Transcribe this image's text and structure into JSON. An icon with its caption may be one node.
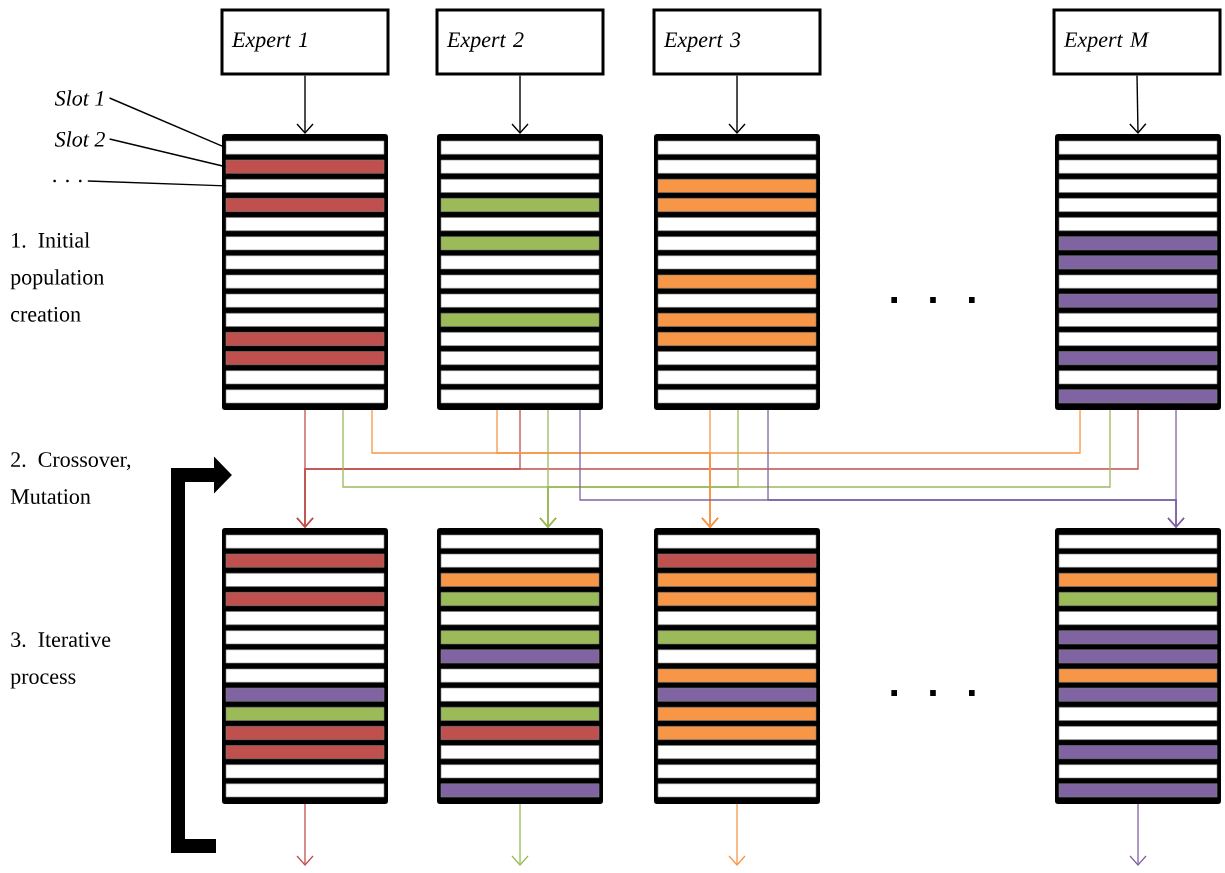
{
  "diagram": {
    "nodes": [
      {
        "text": [
          "Expert 1"
        ]
      },
      {
        "text": [
          "Expert 2"
        ]
      },
      {
        "text": [
          "Expert 3"
        ]
      },
      {
        "text": [
          "Expert M"
        ]
      },
      {
        "text": [
          "Slot 1"
        ]
      },
      {
        "text": [
          "Slot 2"
        ]
      },
      {
        "text": [
          ". . ."
        ]
      },
      {
        "text": [],
        "shape": "box"
      },
      {
        "text": [],
        "shape": "bar",
        "in": 7
      },
      {
        "text": [],
        "shape": "bar",
        "in": 7
      },
      {
        "text": [],
        "shape": "bar",
        "in": 7
      },
      {
        "text": [],
        "shape": "bar",
        "in": 7
      },
      {
        "text": [],
        "shape": "bar",
        "in": 7
      },
      {
        "text": [],
        "shape": "bar",
        "in": 7
      },
      {
        "text": [],
        "shape": "bar",
        "in": 7
      },
      {
        "text": [],
        "shape": "bar",
        "in": 7
      },
      {
        "text": [],
        "shape": "bar",
        "in": 7
      },
      {
        "text": [],
        "shape": "bar",
        "in": 7
      },
      {
        "text": [],
        "shape": "bar",
        "in": 7
      },
      {
        "text": [],
        "shape": "bar",
        "in": 7
      },
      {
        "text": [],
        "shape": "bar",
        "in": 7
      },
      {
        "text": [],
        "shape": "bar",
        "in": 7
      },
      {
        "text": [],
        "shape": "box"
      },
      {
        "text": [],
        "shape": "bar",
        "in": 22
      },
      {
        "text": [],
        "shape": "bar",
        "in": 22
      },
      {
        "text": [],
        "shape": "bar",
        "in": 22
      },
      {
        "text": [],
        "shape": "bar",
        "in": 22
      },
      {
        "text": [],
        "shape": "bar",
        "in": 22
      },
      {
        "text": [],
        "shape": "bar",
        "in": 22
      },
      {
        "text": [],
        "shape": "bar",
        "in": 22
      },
      {
        "text": [],
        "shape": "bar",
        "in": 22
      },
      {
        "text": [],
        "shape": "bar",
        "in": 22
      },
      {
        "text": [],
        "shape": "bar",
        "in": 22
      },
      {
        "text": [],
        "shape": "bar",
        "in": 22
      },
      {
        "text": [],
        "shape": "bar",
        "in": 22
      },
      {
        "text": [],
        "shape": "bar",
        "in": 22
      },
      {
        "text": [],
        "shape": "bar",
        "in": 22
      },
      {
        "text": [],
        "shape": "box"
      },
      {
        "text": [],
        "shape": "bar",
        "in": 37
      },
      {
        "text": [],
        "shape": "bar",
        "in": 37
      },
      {
        "text": [],
        "shape": "bar",
        "in": 37
      },
      {
        "text": [],
        "shape": "bar",
        "in": 37
      },
      {
        "text": [],
        "shape": "bar",
        "in": 37
      },
      {
        "text": [],
        "shape": "bar",
        "in": 37
      },
      {
        "text": [],
        "shape": "bar",
        "in": 37
      },
      {
        "text": [],
        "shape": "bar",
        "in": 37
      },
      {
        "text": [],
        "shape": "bar",
        "in": 37
      },
      {
        "text": [],
        "shape": "bar",
        "in": 37
      },
      {
        "text": [],
        "shape": "bar",
        "in": 37
      },
      {
        "text": [],
        "shape": "bar",
        "in": 37
      },
      {
        "text": [],
        "shape": "bar",
        "in": 37
      },
      {
        "text": [],
        "shape": "bar",
        "in": 37
      },
      {
        "text": [],
        "shape": "box"
      },
      {
        "text": [],
        "shape": "bar",
        "in": 52
      },
      {
        "text": [],
        "shape": "bar",
        "in": 52
      },
      {
        "text": [],
        "shape": "bar",
        "in": 52
      },
      {
        "text": [],
        "shape": "bar",
        "in": 52
      },
      {
        "text": [],
        "shape": "bar",
        "in": 52
      },
      {
        "text": [],
        "shape": "bar",
        "in": 52
      },
      {
        "text": [],
        "shape": "bar",
        "in": 52
      },
      {
        "text": [],
        "shape": "bar",
        "in": 52
      },
      {
        "text": [],
        "shape": "bar",
        "in": 52
      },
      {
        "text": [],
        "shape": "bar",
        "in": 52
      },
      {
        "text": [],
        "shape": "bar",
        "in": 52
      },
      {
        "text": [],
        "shape": "bar",
        "in": 52
      },
      {
        "text": [],
        "shape": "bar",
        "in": 52
      },
      {
        "text": [],
        "shape": "bar",
        "in": 52
      },
      {
        "text": [],
        "shape": "box"
      },
      {
        "text": [],
        "shape": "bar",
        "in": 67
      },
      {
        "text": [],
        "shape": "bar",
        "in": 67
      },
      {
        "text": [],
        "shape": "bar",
        "in": 67
      },
      {
        "text": [],
        "shape": "bar",
        "in": 67
      },
      {
        "text": [],
        "shape": "bar",
        "in": 67
      },
      {
        "text": [],
        "shape": "bar",
        "in": 67
      },
      {
        "text": [],
        "shape": "bar",
        "in": 67
      },
      {
        "text": [],
        "shape": "bar",
        "in": 67
      },
      {
        "text": [],
        "shape": "bar",
        "in": 67
      },
      {
        "text": [],
        "shape": "bar",
        "in": 67
      },
      {
        "text": [],
        "shape": "bar",
        "in": 67
      },
      {
        "text": [],
        "shape": "bar",
        "in": 67
      },
      {
        "text": [],
        "shape": "bar",
        "in": 67
      },
      {
        "text": [],
        "shape": "bar",
        "in": 67
      },
      {
        "text": [],
        "shape": "box"
      },
      {
        "text": [],
        "shape": "bar",
        "in": 82
      },
      {
        "text": [],
        "shape": "bar",
        "in": 82
      },
      {
        "text": [],
        "shape": "bar",
        "in": 82
      },
      {
        "text": [],
        "shape": "bar",
        "in": 82
      },
      {
        "text": [],
        "shape": "bar",
        "in": 82
      },
      {
        "text": [],
        "shape": "bar",
        "in": 82
      },
      {
        "text": [],
        "shape": "bar",
        "in": 82
      },
      {
        "text": [],
        "shape": "bar",
        "in": 82
      },
      {
        "text": [],
        "shape": "bar",
        "in": 82
      },
      {
        "text": [],
        "shape": "bar",
        "in": 82
      },
      {
        "text": [],
        "shape": "bar",
        "in": 82
      },
      {
        "text": [],
        "shape": "bar",
        "in": 82
      },
      {
        "text": [],
        "shape": "bar",
        "in": 82
      },
      {
        "text": [],
        "shape": "bar",
        "in": 82
      },
      {
        "text": [],
        "shape": "box"
      },
      {
        "text": [],
        "shape": "bar",
        "in": 97
      },
      {
        "text": [],
        "shape": "bar",
        "in": 97
      },
      {
        "text": [],
        "shape": "bar",
        "in": 97
      },
      {
        "text": [],
        "shape": "bar",
        "in": 97
      },
      {
        "text": [],
        "shape": "bar",
        "in": 97
      },
      {
        "text": [],
        "shape": "bar",
        "in": 97
      },
      {
        "text": [],
        "shape": "bar",
        "in": 97
      },
      {
        "text": [],
        "shape": "bar",
        "in": 97
      },
      {
        "text": [],
        "shape": "bar",
        "in": 97
      },
      {
        "text": [],
        "shape": "bar",
        "in": 97
      },
      {
        "text": [],
        "shape": "bar",
        "in": 97
      },
      {
        "text": [],
        "shape": "bar",
        "in": 97
      },
      {
        "text": [],
        "shape": "bar",
        "in": 97
      },
      {
        "text": [],
        "shape": "bar",
        "in": 97
      },
      {
        "text": [],
        "shape": "box"
      },
      {
        "text": [],
        "shape": "bar",
        "in": 112
      },
      {
        "text": [],
        "shape": "bar",
        "in": 112
      },
      {
        "text": [],
        "shape": "bar",
        "in": 112
      },
      {
        "text": [],
        "shape": "bar",
        "in": 112
      },
      {
        "text": [],
        "shape": "bar",
        "in": 112
      },
      {
        "text": [],
        "shape": "bar",
        "in": 112
      },
      {
        "text": [],
        "shape": "bar",
        "in": 112
      },
      {
        "text": [],
        "shape": "bar",
        "in": 112
      },
      {
        "text": [],
        "shape": "bar",
        "in": 112
      },
      {
        "text": [],
        "shape": "bar",
        "in": 112
      },
      {
        "text": [],
        "shape": "bar",
        "in": 112
      },
      {
        "text": [],
        "shape": "bar",
        "in": 112
      },
      {
        "text": [],
        "shape": "bar",
        "in": 112
      },
      {
        "text": [],
        "shape": "bar",
        "in": 112
      }
    ],
    "edges": [
      {
        "from": 0,
        "to": 7,
        "arrow": "to"
      },
      {
        "from": 1,
        "to": 22,
        "arrow": "to"
      },
      {
        "from": 2,
        "to": 37,
        "arrow": "to"
      },
      {
        "from": 3,
        "to": 52,
        "arrow": "to"
      },
      {
        "from": 4,
        "to": 8,
        "arrow": "none"
      },
      {
        "from": 5,
        "to": 9,
        "arrow": "none"
      },
      {
        "from": 6,
        "to": 10,
        "arrow": "none"
      },
      {
        "from": 7,
        "to": 67,
        "arrow": "to",
        "color": "#c0504d"
      },
      {
        "from": 22,
        "to": 67,
        "arrow": "to",
        "color": "#c0504d"
      },
      {
        "from": 52,
        "to": 67,
        "arrow": "to",
        "color": "#c0504d"
      },
      {
        "from": 7,
        "to": 97,
        "arrow": "to",
        "color": "#f79646"
      },
      {
        "from": 22,
        "to": 97,
        "arrow": "to",
        "color": "#f79646"
      },
      {
        "from": 37,
        "to": 97,
        "arrow": "to",
        "color": "#f79646"
      },
      {
        "from": 52,
        "to": 97,
        "arrow": "to",
        "color": "#f79646"
      },
      {
        "from": 7,
        "to": 82,
        "arrow": "to",
        "color": "#9bbb59"
      },
      {
        "from": 22,
        "to": 82,
        "arrow": "to",
        "color": "#9bbb59"
      },
      {
        "from": 37,
        "to": 82,
        "arrow": "to",
        "color": "#9bbb59"
      },
      {
        "from": 52,
        "to": 82,
        "arrow": "to",
        "color": "#9bbb59"
      },
      {
        "from": 22,
        "to": 112,
        "arrow": "to",
        "color": "#8064a2"
      },
      {
        "from": 37,
        "to": 112,
        "arrow": "to",
        "color": "#8064a2"
      },
      {
        "from": 52,
        "to": 112,
        "arrow": "to",
        "color": "#8064a2"
      },
      {
        "from": 67,
        "to": null,
        "arrow": "to",
        "color": "#c0504d"
      },
      {
        "from": 82,
        "to": null,
        "arrow": "to",
        "color": "#9bbb59"
      },
      {
        "from": 97,
        "to": null,
        "arrow": "to",
        "color": "#f79646"
      },
      {
        "from": 112,
        "to": null,
        "arrow": "to",
        "color": "#8064a2"
      }
    ],
    "labels": [
      "1. Initial population creation",
      "2. Crossover, Mutation",
      "3. Iterative process",
      ". . .",
      ". . ."
    ]
  }
}
